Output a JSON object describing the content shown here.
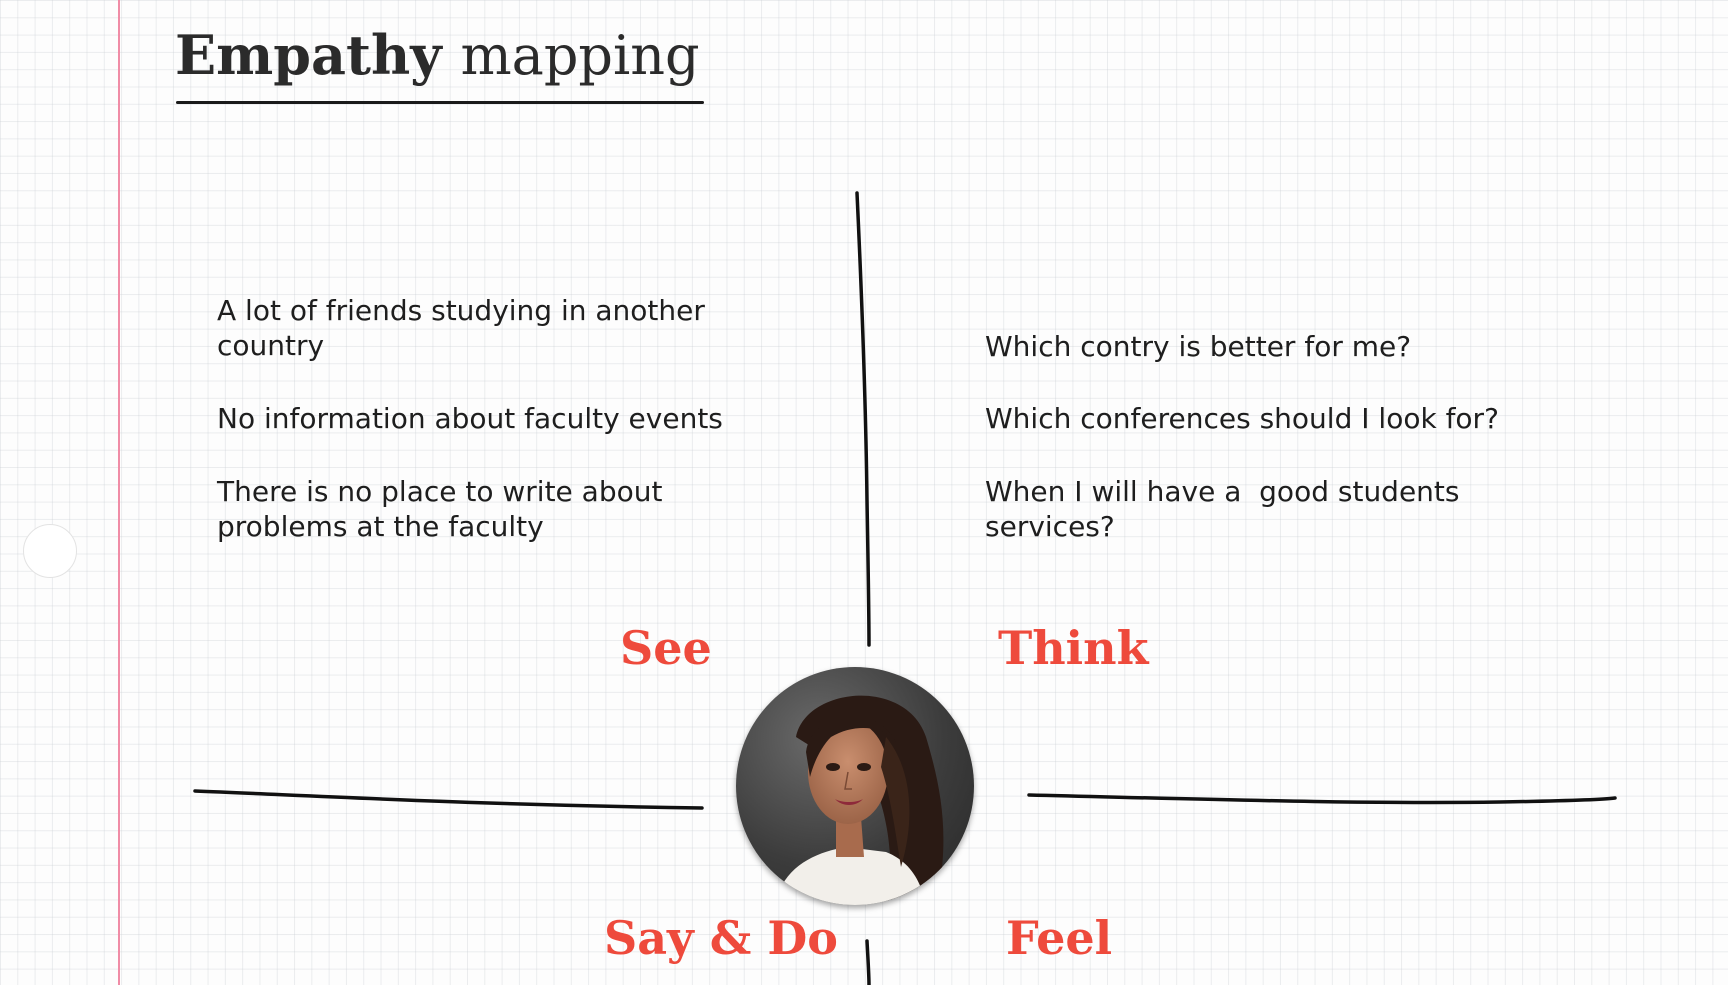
{
  "title": {
    "bold": "Empathy",
    "light": "mapping"
  },
  "quadrants": {
    "see": {
      "label": "See",
      "notes": [
        "A lot of friends studying in another country",
        "No information about faculty events",
        "There is no place to write about problems at the faculty"
      ]
    },
    "think": {
      "label": "Think",
      "notes": [
        "Which contry is better for me?",
        "Which conferences should I look for?",
        "When I will have a  good students services?"
      ]
    },
    "say_do": {
      "label": "Say & Do"
    },
    "feel": {
      "label": "Feel"
    }
  },
  "colors": {
    "label": "#ee4a3c",
    "text": "#1e1e1e",
    "margin_line": "#f08ca6",
    "grid": "#c8cdd2"
  },
  "persona": {
    "icon": "persona-avatar"
  }
}
